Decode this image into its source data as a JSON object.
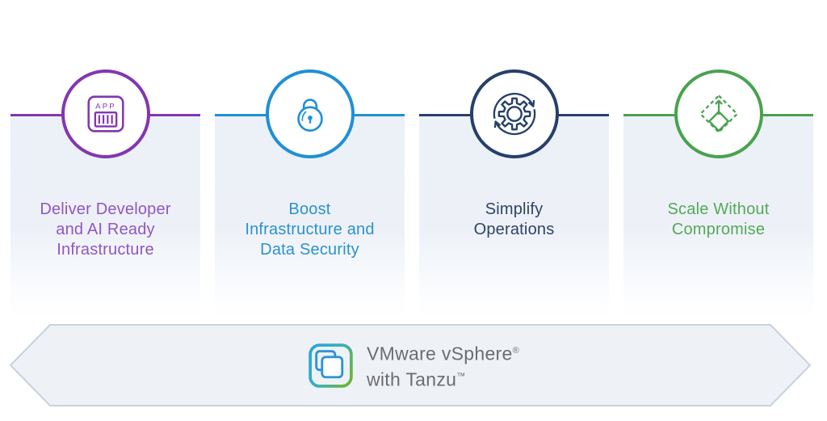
{
  "page": {
    "background": "#ffffff"
  },
  "cards": [
    {
      "icon": "app-container-icon",
      "icon_label": "APP",
      "accent_color": "#8336b2",
      "text_color": "#9156c0",
      "label_lines": [
        "Deliver Developer",
        "and AI Ready",
        "Infrastructure"
      ]
    },
    {
      "icon": "lock-icon",
      "accent_color": "#1f8fd6",
      "text_color": "#2b92cc",
      "label_lines": [
        "Boost",
        "Infrastructure and",
        "Data Security"
      ]
    },
    {
      "icon": "gear-cycle-icon",
      "accent_color": "#27406b",
      "text_color": "#2e4367",
      "label_lines": [
        "Simplify",
        "Operations"
      ]
    },
    {
      "icon": "scale-out-icon",
      "accent_color": "#48a24e",
      "text_color": "#53a957",
      "label_lines": [
        "Scale Without",
        "Compromise"
      ]
    }
  ],
  "banner": {
    "fill": "#eef1f6",
    "border_color": "#c9d0e0",
    "text_color": "#6d6d71",
    "product_line1": "VMware vSphere",
    "product_line1_mark": "®",
    "product_line2": "with Tanzu",
    "product_line2_mark": "™",
    "logo": {
      "icon": "vsphere-tanzu-logo",
      "gradient_start": "#29a9d8",
      "gradient_end": "#6db53c",
      "inner_color": "#2e93d4"
    }
  }
}
